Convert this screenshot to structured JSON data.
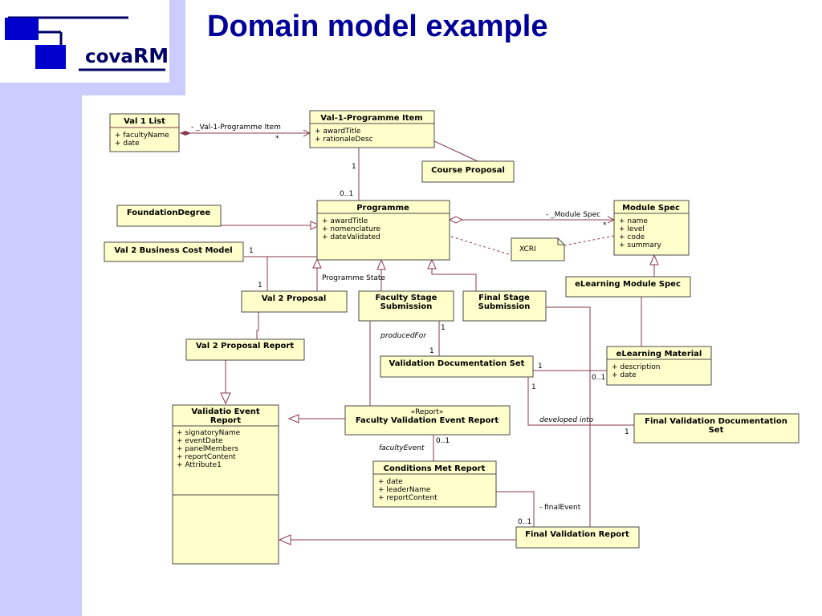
{
  "title": "Domain model example",
  "logo": {
    "brand_left": "cova",
    "brand_right": "RM"
  },
  "colors": {
    "sidebar": "#ccccff",
    "title": "#000099",
    "class_fill": "#ffffcc",
    "line": "#8a3a4a"
  },
  "classes": {
    "val1list": {
      "name": "Val 1 List",
      "attributes": [
        "+ facultyName",
        "+ date"
      ]
    },
    "val1item": {
      "name": "Val-1-Programme Item",
      "attributes": [
        "+ awardTitle",
        "+ rationaleDesc"
      ]
    },
    "courseproposal": {
      "name": "Course Proposal"
    },
    "foundation": {
      "name": "FoundationDegree"
    },
    "programme": {
      "name": "Programme",
      "attributes": [
        "+ awardTitle",
        "+ nomenclature",
        "+ dateValidated"
      ]
    },
    "modulespec": {
      "name": "Module Spec",
      "attributes": [
        "+ name",
        "+ level",
        "+ code",
        "+ summary"
      ]
    },
    "xcri": {
      "name": "XCRI"
    },
    "val2cost": {
      "name": "Val 2 Business Cost Model"
    },
    "val2proposal": {
      "name": "Val 2 Proposal"
    },
    "facultystage": {
      "name_lines": [
        "Faculty Stage",
        "Submission"
      ]
    },
    "finalstage": {
      "name_lines": [
        "Final Stage",
        "Submission"
      ]
    },
    "elearnspec": {
      "name": "eLearning Module Spec"
    },
    "val2report": {
      "name": "Val 2 Proposal Report"
    },
    "valdocset": {
      "name": "Validation Documentation Set"
    },
    "elearnmaterial": {
      "name": "eLearning Material",
      "attributes": [
        "+ description",
        "+ date"
      ]
    },
    "valevent": {
      "name_lines": [
        "Validatio Event",
        "Report"
      ],
      "attributes": [
        "+ signatoryName",
        "+ eventDate",
        "+ panelMembers",
        "+ reportContent",
        "+ Attribute1"
      ]
    },
    "facvalreport": {
      "stereotype": "«Report»",
      "name": "Faculty Validation Event Report"
    },
    "finaldocset": {
      "name_lines": [
        "Final Validation Documentation",
        "Set"
      ]
    },
    "conditions": {
      "name": "Conditions Met Report",
      "attributes": [
        "+ date",
        "+ leaderName",
        "+ reportContent"
      ]
    },
    "finalreport": {
      "name": "Final Validation Report"
    }
  },
  "labels": {
    "val1_role": "- _Val-1-Programme Item",
    "val1_mult": "*",
    "item_prog_1": "1",
    "item_prog_0n1": "0..1",
    "module_role": "- _Module Spec",
    "module_mult": "*",
    "cost_1a": "1",
    "cost_1b": "1",
    "programme_state": "Programme State",
    "produced_for": "producedFor",
    "produced_1a": "1",
    "produced_1b": "1",
    "docset_el_1": "1",
    "docset_el_0n1": "0..1",
    "developed_into": "developed into",
    "dev_1a": "1",
    "dev_1b": "1",
    "faculty_event": "facultyEvent",
    "faculty_event_mult": "0..1",
    "final_event": "- finalEvent",
    "final_event_mult": "0..1"
  }
}
